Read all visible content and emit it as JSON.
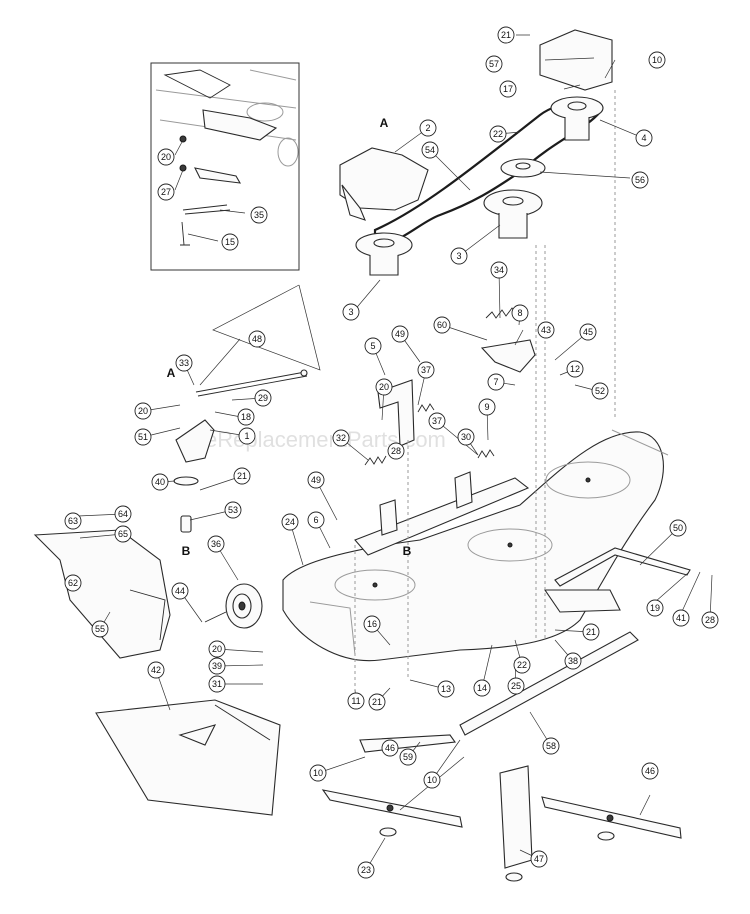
{
  "watermark": "eReplacementParts.com",
  "section_labels": [
    "A",
    "A",
    "B",
    "B"
  ],
  "callouts": [
    "21",
    "10",
    "57",
    "17",
    "4",
    "2",
    "22",
    "54",
    "56",
    "20",
    "27",
    "35",
    "15",
    "3",
    "3",
    "34",
    "8",
    "43",
    "60",
    "49",
    "5",
    "45",
    "12",
    "37",
    "52",
    "48",
    "33",
    "29",
    "20",
    "18",
    "51",
    "1",
    "20",
    "32",
    "28",
    "9",
    "30",
    "7",
    "37",
    "21",
    "40",
    "63",
    "64",
    "65",
    "49",
    "53",
    "24",
    "6",
    "50",
    "62",
    "36",
    "44",
    "55",
    "20",
    "39",
    "31",
    "16",
    "22",
    "14",
    "42",
    "21",
    "13",
    "25",
    "38",
    "21",
    "19",
    "41",
    "28",
    "11",
    "59",
    "58",
    "46",
    "10",
    "10",
    "46",
    "23",
    "47"
  ]
}
